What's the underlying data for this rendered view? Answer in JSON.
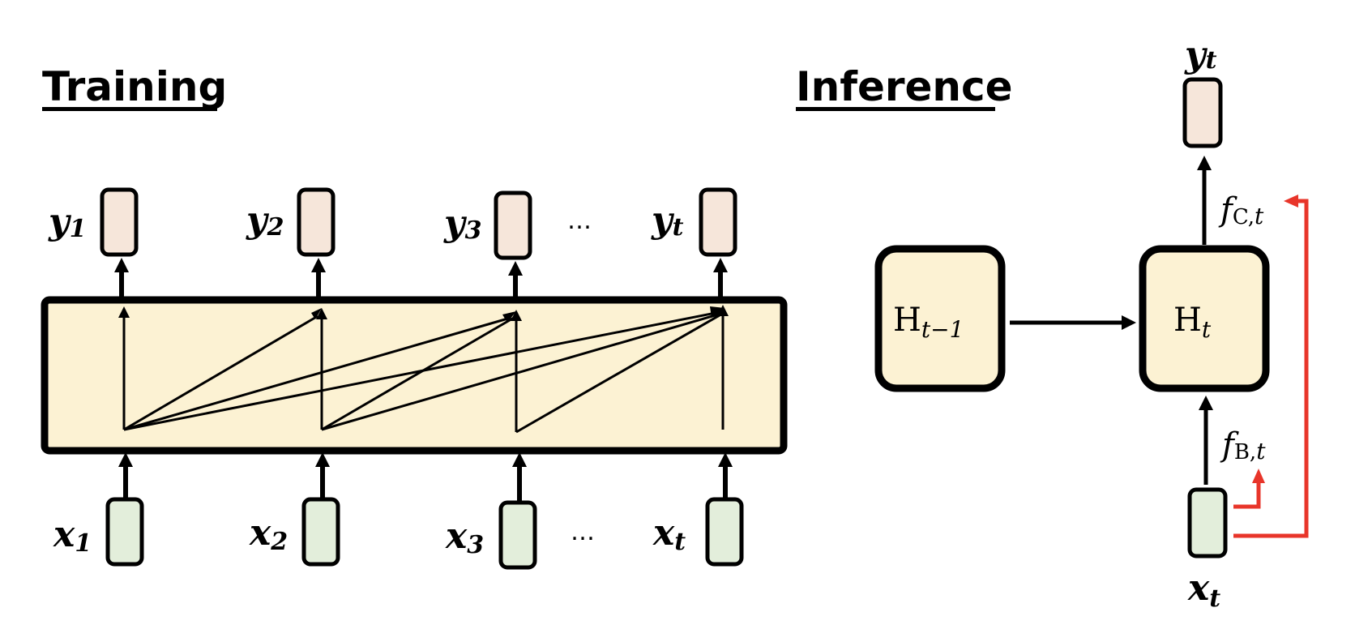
{
  "colors": {
    "output_fill": "#f6e6da",
    "input_fill": "#e3eedb",
    "hidden_fill": "#fcf2d3",
    "stroke": "#000000",
    "feedback": "#e8352a"
  },
  "training": {
    "title": "Training",
    "outputs": [
      {
        "base": "y",
        "sub": "1"
      },
      {
        "base": "y",
        "sub": "2"
      },
      {
        "base": "y",
        "sub": "3"
      },
      {
        "base": "y",
        "sub": "t"
      }
    ],
    "inputs": [
      {
        "base": "x",
        "sub": "1"
      },
      {
        "base": "x",
        "sub": "2"
      },
      {
        "base": "x",
        "sub": "3"
      },
      {
        "base": "x",
        "sub": "t"
      }
    ],
    "ellipsis": "…"
  },
  "inference": {
    "title": "Inference",
    "prev_state": {
      "base": "H",
      "sub": "t−1"
    },
    "curr_state": {
      "base": "H",
      "sub": "t"
    },
    "output": {
      "base": "y",
      "sub": "t"
    },
    "input": {
      "base": "x",
      "sub": "t"
    },
    "f_c": {
      "base": "f",
      "sub": "C,",
      "sub2": "t"
    },
    "f_b": {
      "base": "f",
      "sub": "B,",
      "sub2": "t"
    }
  }
}
